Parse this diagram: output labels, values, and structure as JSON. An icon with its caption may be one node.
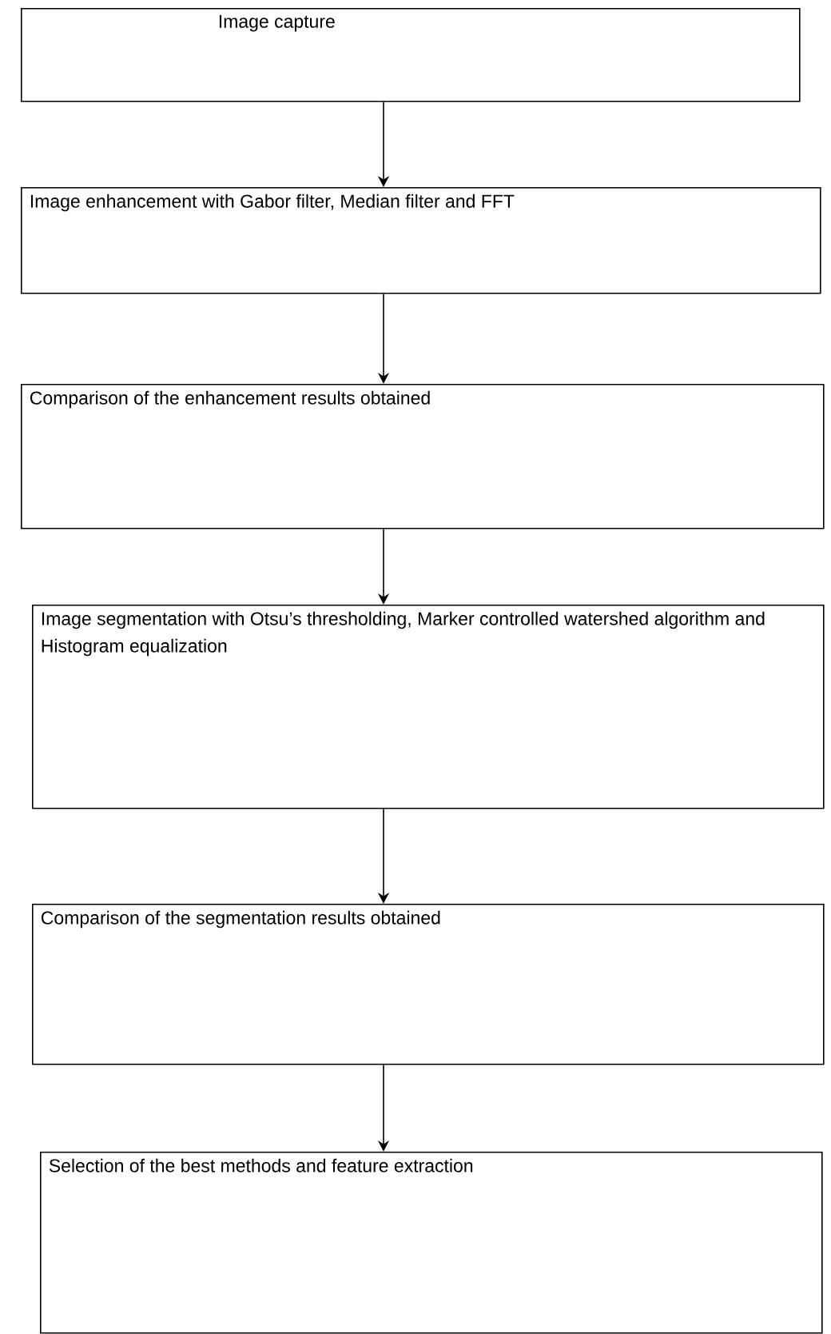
{
  "diagram": {
    "nodes": [
      {
        "text": [
          "Image capture"
        ]
      },
      {
        "text": [
          "Image enhancement with Gabor filter, Median filter and FFT"
        ]
      },
      {
        "text": [
          "Comparison of the enhancement results obtained"
        ]
      },
      {
        "text": [
          "Image segmentation with Otsu’s thresholding, Marker controlled watershed algorithm and Histogram equalization"
        ]
      },
      {
        "text": [
          "Comparison of the segmentation results obtained"
        ]
      },
      {
        "text": [
          "Selection of the best methods and feature extraction"
        ]
      }
    ],
    "edges": [
      {
        "from": 0,
        "to": 1,
        "arrow": "to"
      },
      {
        "from": 1,
        "to": 2,
        "arrow": "to"
      },
      {
        "from": 2,
        "to": 3,
        "arrow": "to"
      },
      {
        "from": 3,
        "to": 4,
        "arrow": "to"
      },
      {
        "from": 4,
        "to": 5,
        "arrow": "to"
      }
    ]
  }
}
